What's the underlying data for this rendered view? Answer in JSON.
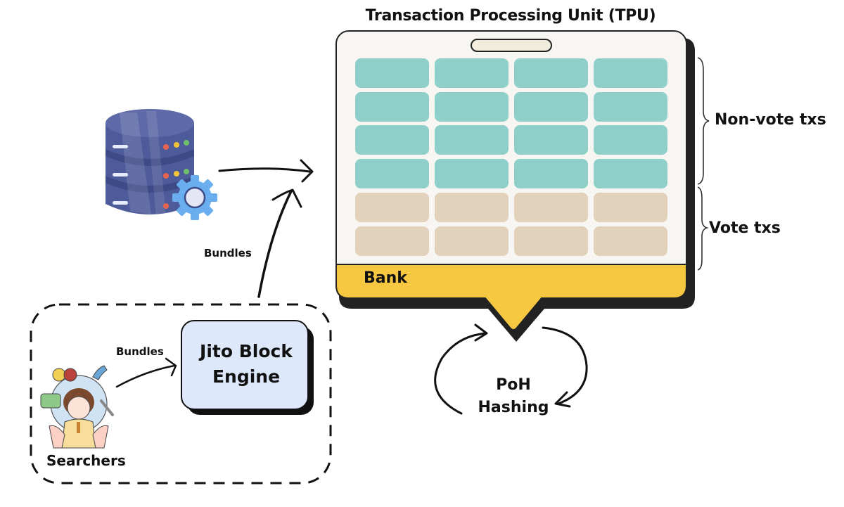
{
  "title": "Transaction Processing Unit (TPU)",
  "tpu": {
    "grid": {
      "columns": 4,
      "non_vote_rows": 4,
      "vote_rows": 2,
      "non_vote_color": "#8ecfca",
      "vote_color": "#e2d2bc",
      "panel_color": "#f8f6f2"
    },
    "bank_label": "Bank",
    "bank_color": "#f6c842"
  },
  "braces": {
    "non_vote_label": "Non-vote txs",
    "vote_label": "Vote txs"
  },
  "flows": {
    "bundles_to_tpu_label": "Bundles",
    "searchers_to_engine_label": "Bundles"
  },
  "jito": {
    "line1": "Jito Block",
    "line2": "Engine",
    "fill": "#dde9fb"
  },
  "searchers": {
    "label": "Searchers"
  },
  "poh": {
    "line1": "PoH",
    "line2": "Hashing"
  },
  "icons": {
    "database": "database-server-with-gear-icon",
    "searcher": "searcher-person-icon"
  }
}
